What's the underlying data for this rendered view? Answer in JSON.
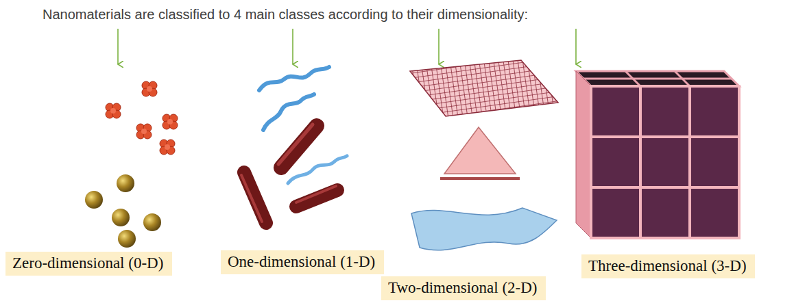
{
  "diagram": {
    "title": "Nanomaterials are classified to 4 main classes according to their dimensionality:",
    "nodes": [
      {
        "text": [
          "Zero-dimensional (0-D)"
        ]
      },
      {
        "text": [
          "One-dimensional (1-D)"
        ]
      },
      {
        "text": [
          "Two-dimensional (2-D)"
        ]
      },
      {
        "text": [
          "Three-dimensional (3-D)"
        ]
      }
    ]
  }
}
